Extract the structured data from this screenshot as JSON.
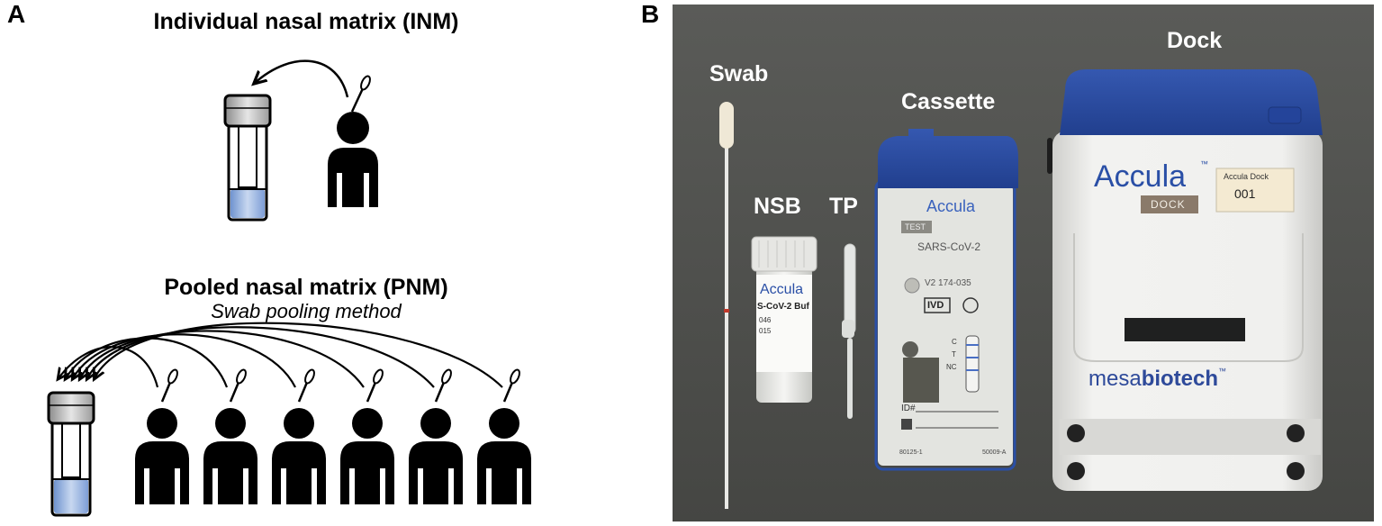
{
  "panel_a": {
    "letter": "A",
    "inm_title": "Individual nasal matrix (INM)",
    "pnm_title": "Pooled nasal matrix (PNM)",
    "pnm_subtitle": "Swab pooling method",
    "pooled_people_count": 6
  },
  "panel_b": {
    "letter": "B",
    "labels": {
      "swab": "Swab",
      "nsb": "NSB",
      "tp": "TP",
      "cassette": "Cassette",
      "dock": "Dock"
    },
    "tube_text": {
      "brand": "Accula",
      "line": "S-CoV-2 Buf",
      "code1": "046",
      "code2": "015"
    },
    "cassette_text": {
      "brand": "Accula",
      "test": "TEST",
      "assay": "SARS-CoV-2",
      "lot": "V2 174-035",
      "ivd": "IVD",
      "c": "C",
      "t": "T",
      "nc": "NC",
      "id": "ID#",
      "part1": "80125-1",
      "part2": "50009-A"
    },
    "dock_text": {
      "brand": "Accula",
      "tm": "™",
      "badge": "DOCK",
      "sticker_title": "Accula Dock",
      "sticker_number": "001",
      "maker_a": "mesa",
      "maker_b": "biotech",
      "maker_tm": "™"
    },
    "colors": {
      "background": "#4e4f4c",
      "blue_cap": "#2a4fa6",
      "dock_body": "#eeeeec",
      "cassette_body": "#e3e4e0"
    }
  }
}
